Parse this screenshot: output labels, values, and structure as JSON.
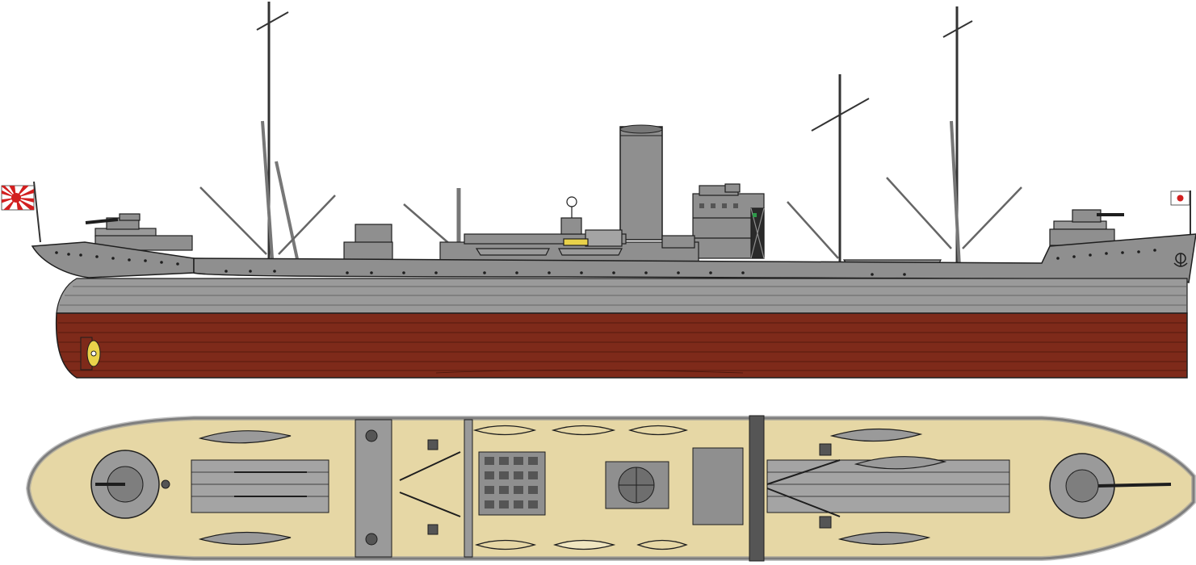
{
  "drawing": {
    "colors": {
      "hull_gray": "#8f8f8f",
      "hull_gray_light": "#a4a4a4",
      "hull_red": "#7e2a1a",
      "deck_tan": "#e6d7a5",
      "deck_gray": "#9a9a9a",
      "outline": "#1e1e1e",
      "ensign_red": "#d21f1f",
      "propeller": "#e9d24a"
    },
    "views": [
      "side-profile",
      "deck-plan"
    ],
    "flags": [
      "rising-sun-ensign",
      "hinomaru-jack"
    ]
  }
}
